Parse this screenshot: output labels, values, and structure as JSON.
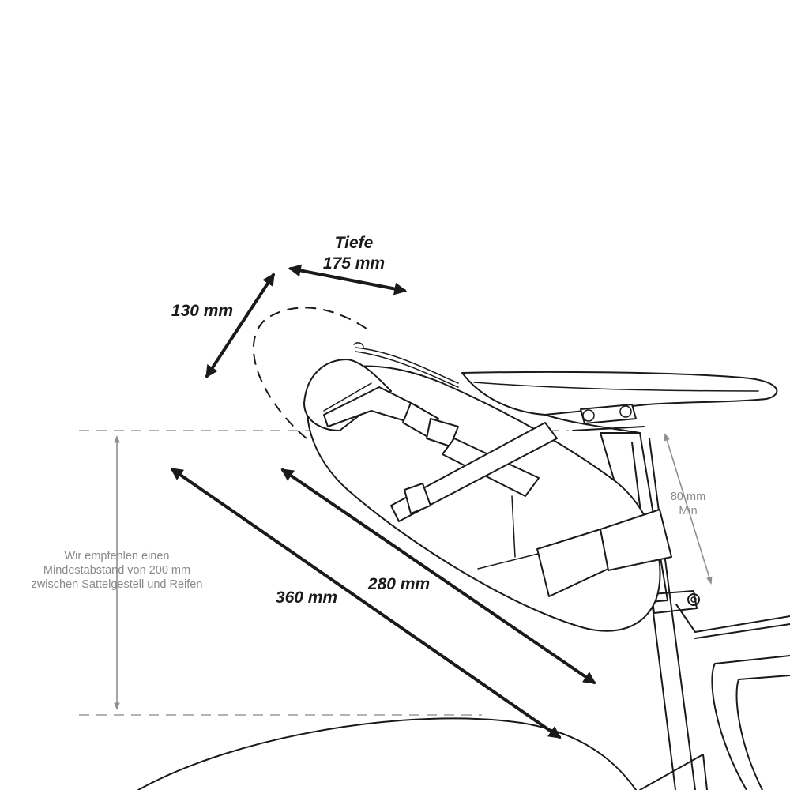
{
  "labels": {
    "depth_title": "Tiefe",
    "depth_value": "175 mm",
    "height": "130 mm",
    "length_bag": "280 mm",
    "length_total": "360 mm",
    "clearance_value": "80 mm",
    "clearance_note": "Min",
    "recommendation_line1": "Wir empfehlen einen",
    "recommendation_line2": "Mindestabstand von 200 mm",
    "recommendation_line3": "zwischen Sattelgestell und Reifen"
  }
}
